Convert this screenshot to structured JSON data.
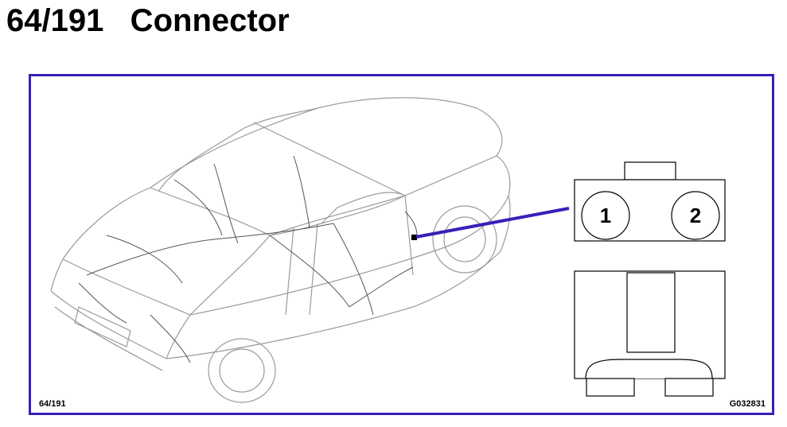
{
  "title": "64/191   Connector",
  "diagram": {
    "ref_left": "64/191",
    "ref_right": "G032831",
    "frame_color": "#3a1fb8",
    "leader_color": "#3a1fb8",
    "connector": {
      "pins": [
        "1",
        "2"
      ]
    }
  }
}
